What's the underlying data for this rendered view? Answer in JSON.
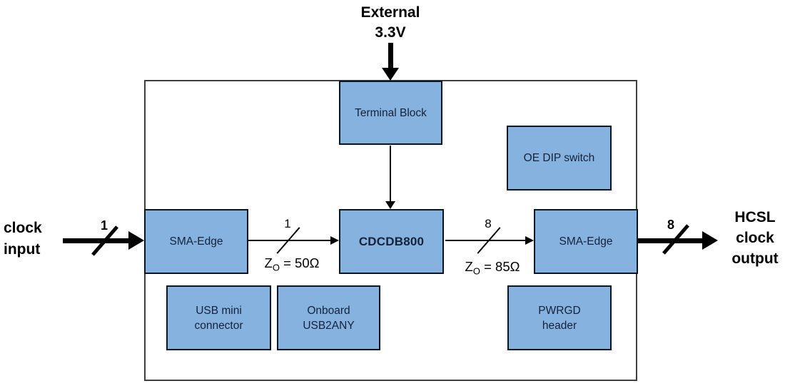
{
  "colors": {
    "block_fill": "#85B2DE",
    "block_border": "#0B1623",
    "block_text": "#15223B",
    "board_border": "#3F3F3F",
    "line_color": "#000000",
    "label_color": "#000000",
    "background": "#FFFFFF"
  },
  "external_labels": {
    "supply": {
      "lines": [
        "External",
        "3.3V"
      ]
    },
    "clock_input": {
      "lines": [
        "clock",
        "input"
      ]
    },
    "hcsl_output": {
      "lines": [
        "HCSL",
        "clock",
        "output"
      ]
    }
  },
  "blocks": {
    "terminal_block": {
      "lines": [
        "Terminal Block"
      ]
    },
    "oe_dip_switch": {
      "lines": [
        "OE DIP switch"
      ]
    },
    "sma_edge_input": {
      "lines": [
        "SMA-Edge"
      ]
    },
    "cdcdb800": {
      "lines": [
        "CDCDB800"
      ]
    },
    "sma_edge_output": {
      "lines": [
        "SMA-Edge"
      ]
    },
    "usb_mini_connector": {
      "lines": [
        "USB mini",
        "connector"
      ]
    },
    "onboard_usb2any": {
      "lines": [
        "Onboard",
        "USB2ANY"
      ]
    },
    "pwrgd_header": {
      "lines": [
        "PWRGD",
        "header"
      ]
    }
  },
  "bus_widths": {
    "clock_input": "1",
    "input_to_cdcdb800": "1",
    "cdcdb800_to_output": "8",
    "hcsl_output": "8"
  },
  "impedance": {
    "input_trace": {
      "symbol": "Z",
      "subscript": "O",
      "value": " = 50Ω"
    },
    "output_trace": {
      "symbol": "Z",
      "subscript": "O",
      "value": " = 85Ω"
    }
  }
}
